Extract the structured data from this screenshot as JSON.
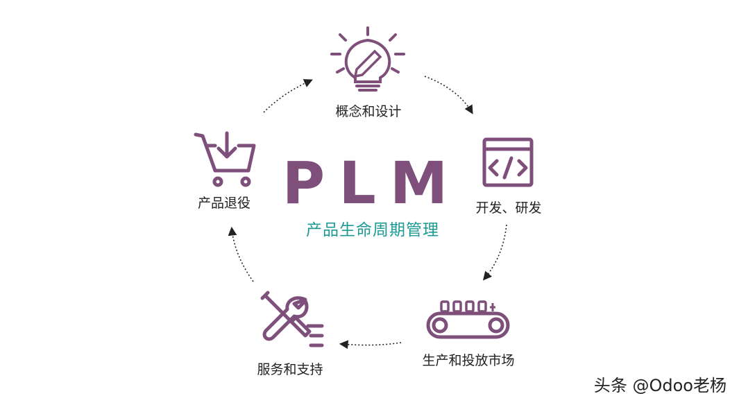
{
  "title": "PLM",
  "subtitle": "产品生命周期管理",
  "stages": {
    "concept": "概念和设计",
    "develop": "开发、研发",
    "produce": "生产和投放市场",
    "service": "服务和支持",
    "retire": "产品退役"
  },
  "watermark": "头条 @Odoo老杨",
  "colors": {
    "icon": "#7d4f7a",
    "title": "#7d4f7a",
    "subtitle": "#1b9a94",
    "arrows": "#222222"
  },
  "icons": [
    "lightbulb-pencil-icon",
    "code-window-icon",
    "conveyor-belt-icon",
    "wrench-screwdriver-icon",
    "cart-download-icon"
  ]
}
